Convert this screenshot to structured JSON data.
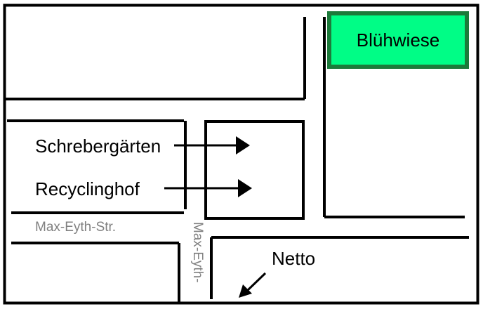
{
  "labels": {
    "meadow": "Blühwiese",
    "allotments": "Schrebergärten",
    "recycling": "Recyclinghof",
    "street_horizontal": "Max-Eyth-Str.",
    "street_vertical": "Max-Eyth-",
    "supermarket": "Netto"
  },
  "colors": {
    "meadow_fill": "#00fd86",
    "meadow_border": "#1c7a3a",
    "street_text": "#808080",
    "lines": "#000000"
  },
  "icons": {
    "allotments_arrow": "arrow-right-icon",
    "recycling_arrow": "arrow-right-icon",
    "supermarket_arrow": "arrow-down-left-icon"
  }
}
